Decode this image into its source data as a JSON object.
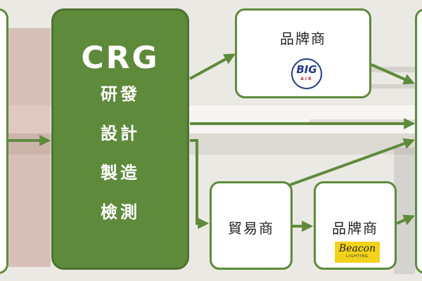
{
  "crg": {
    "title": "CRG",
    "items": [
      "研發",
      "設計",
      "製造",
      "檢測"
    ]
  },
  "brand_owner_top": {
    "label": "品牌商",
    "logo_line1": "BIG",
    "logo_line2": "AIR"
  },
  "trader": {
    "label": "貿易商"
  },
  "brand_owner_bottom": {
    "label": "品牌商",
    "logo_line1": "Beacon",
    "logo_line2": "LIGHTING"
  },
  "colors": {
    "accent": "#5e8a3c",
    "logo_blue": "#1f3a8a",
    "logo_yellow": "#f2d21b"
  }
}
